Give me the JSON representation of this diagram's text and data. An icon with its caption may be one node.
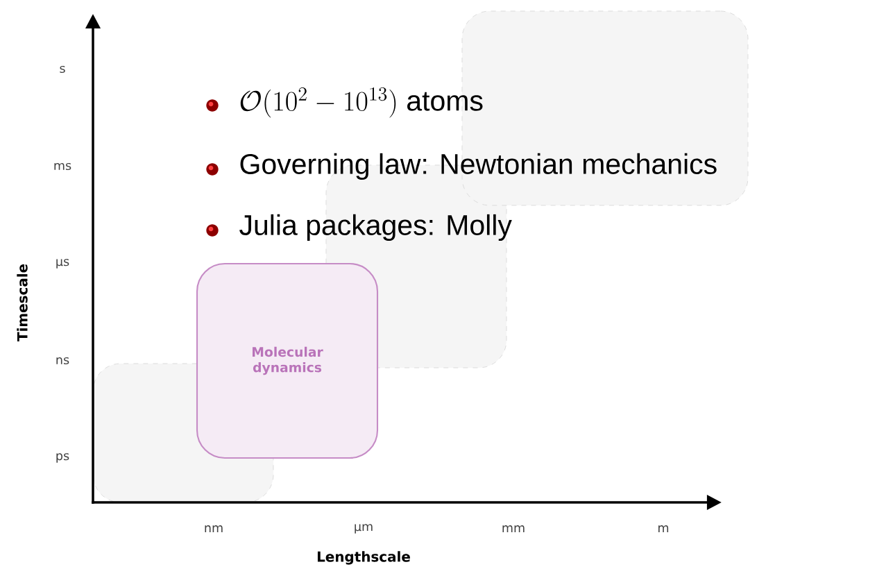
{
  "diagram": {
    "nodes": [
      {
        "text": [],
        "shape": "box"
      },
      {
        "text": [
          "Molecular dynamics"
        ]
      },
      {
        "text": [],
        "shape": "box"
      },
      {
        "text": [],
        "shape": "box"
      }
    ],
    "labels": [
      "\\mathcal{O}(10^2-10^{13})\\text{ atoms}",
      "Governing law: Newtonian mechanics",
      "Julia packages: Molly",
      "s",
      "ms",
      "µs",
      "ns",
      "ps",
      "Timescale",
      "nm",
      "µm",
      "mm",
      "m",
      "Lengthscale"
    ]
  }
}
